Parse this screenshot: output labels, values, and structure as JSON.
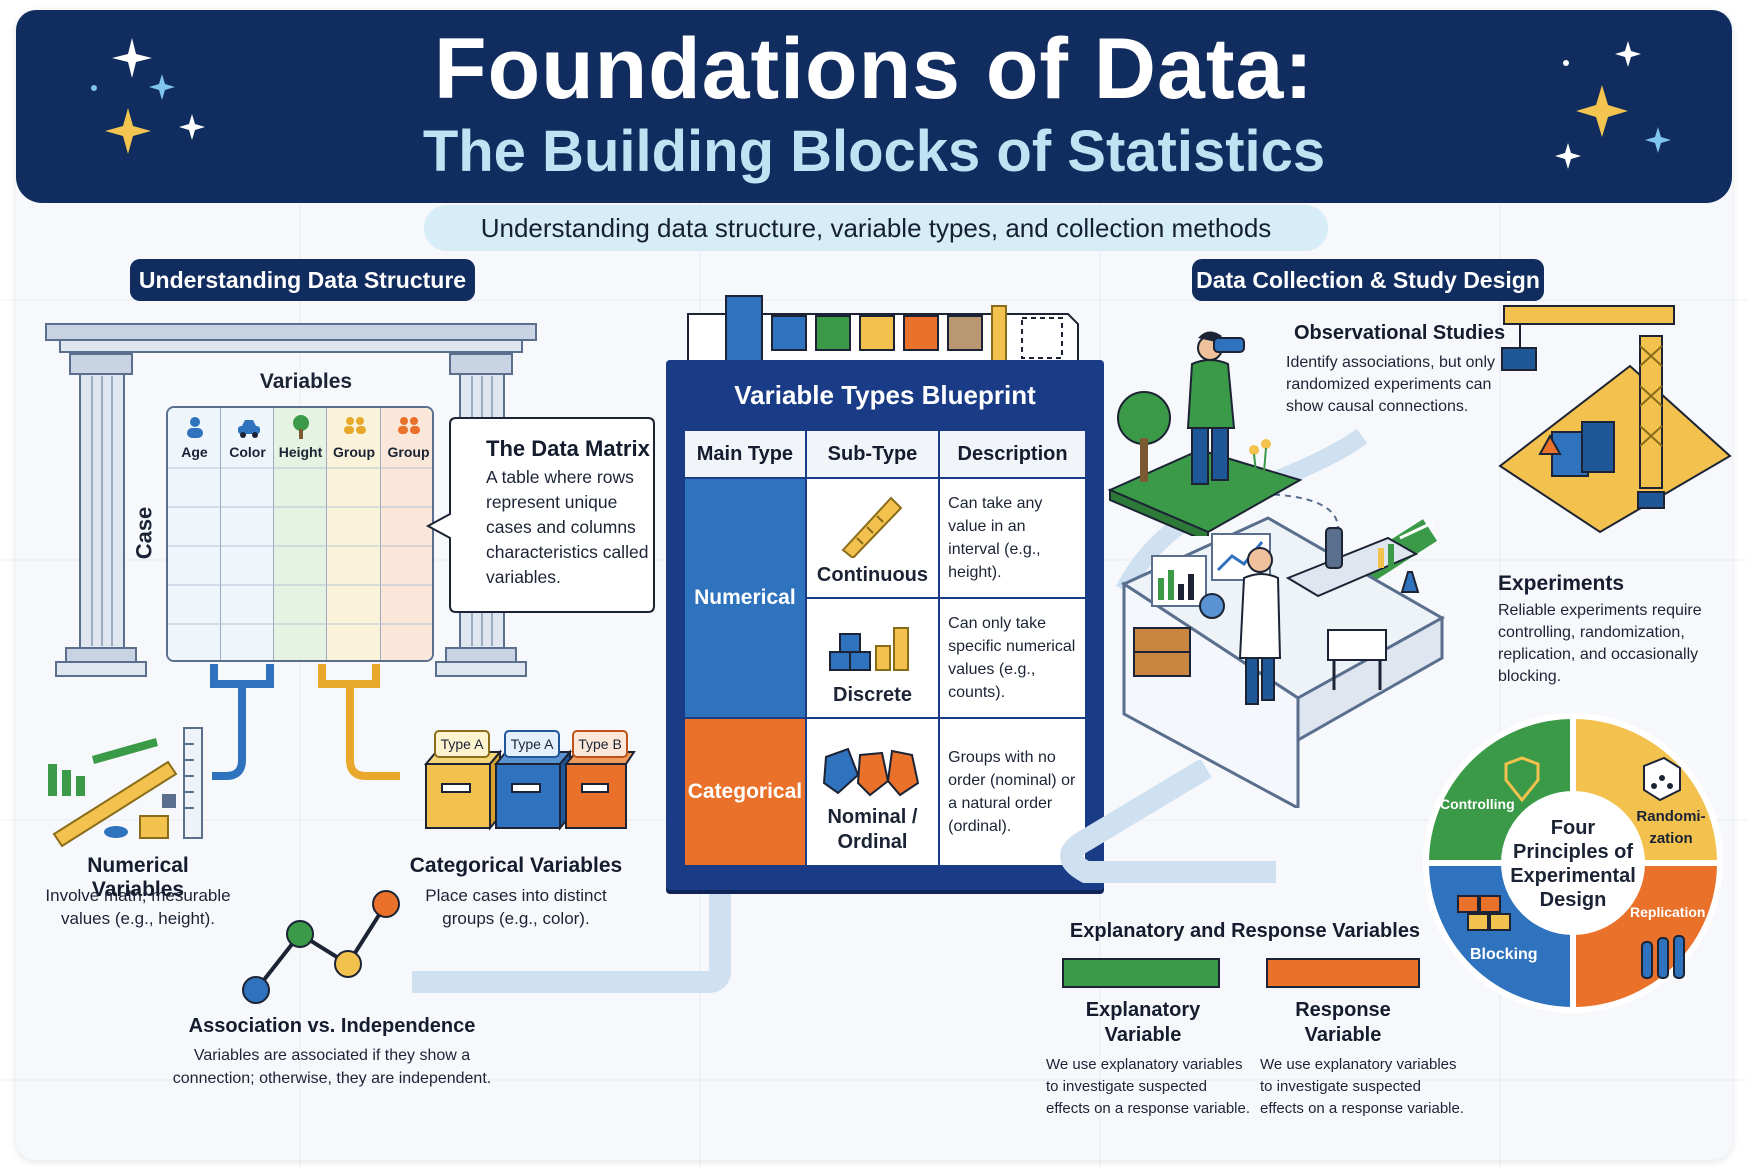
{
  "header": {
    "title": "Foundations of Data:",
    "subtitle": "The Building Blocks of Statistics",
    "tagline": "Understanding data structure, variable types, and collection methods"
  },
  "left_section": {
    "pill": "Understanding Data Structure",
    "matrix_heading": "Variables",
    "row_label": "Case",
    "columns": [
      {
        "label": "Age",
        "icon": "person-icon",
        "color": "#eef5fb"
      },
      {
        "label": "Color",
        "icon": "car-icon",
        "color": "#eef5fb"
      },
      {
        "label": "Height",
        "icon": "tree-icon",
        "color": "#e9f4e6"
      },
      {
        "label": "Group",
        "icon": "group-icon",
        "color": "#fbf4de"
      },
      {
        "label": "Group",
        "icon": "group-icon",
        "color": "#fbeadf"
      }
    ],
    "callout": {
      "title": "The Data Matrix",
      "text": "A table where rows represent unique cases and columns characteristics called variables."
    },
    "numerical": {
      "title": "Numerical Variables",
      "text": "Involve math; mesurable values (e.g., height)."
    },
    "categorical": {
      "title": "Categorical Variables",
      "text": "Place cases into distinct groups (e.g., color).",
      "boxes": [
        "Type A",
        "Type A",
        "Type B"
      ]
    },
    "association": {
      "title": "Association vs. Independence",
      "text": "Variables are associated if they show a connection; otherwise, they are independent."
    }
  },
  "blueprint": {
    "title": "Variable Types Blueprint",
    "headers": [
      "Main Type",
      "Sub-Type",
      "Description"
    ],
    "numerical_label": "Numerical",
    "categorical_label": "Categorical",
    "rows": [
      {
        "sub": "Continuous",
        "desc": "Can take any value in an interval (e.g., height)."
      },
      {
        "sub": "Discrete",
        "desc": "Can only take specific numerical values (e.g., counts)."
      },
      {
        "sub": "Nominal / Ordinal",
        "desc": "Groups with no order (nominal) or a natural order (ordinal)."
      }
    ],
    "colors": {
      "numerical": "#2f72bd",
      "categorical": "#e9712a",
      "frame": "#1a3c86"
    }
  },
  "right_section": {
    "pill": "Data Collection & Study Design",
    "observational": {
      "title": "Observational Studies",
      "text": "Identify associations, but only randomized experiments can show causal connections."
    },
    "experiments": {
      "title": "Experiments",
      "text": "Reliable experiments require controlling, randomization, replication, and occasionally blocking."
    },
    "principles": {
      "center": "Four Principles of Experimental Design",
      "segments": [
        "Controlling",
        "Randomi- zation",
        "Replication",
        "Blocking"
      ]
    },
    "explanatory_response": {
      "heading": "Explanatory and Response Variables",
      "explanatory": {
        "title": "Explanatory Variable",
        "text": "We use explanatory variables to investigate suspected effects on a response variable."
      },
      "response": {
        "title": "Response Variable",
        "text": "We use explanatory variables to investigate suspected effects on a response variable."
      }
    }
  }
}
